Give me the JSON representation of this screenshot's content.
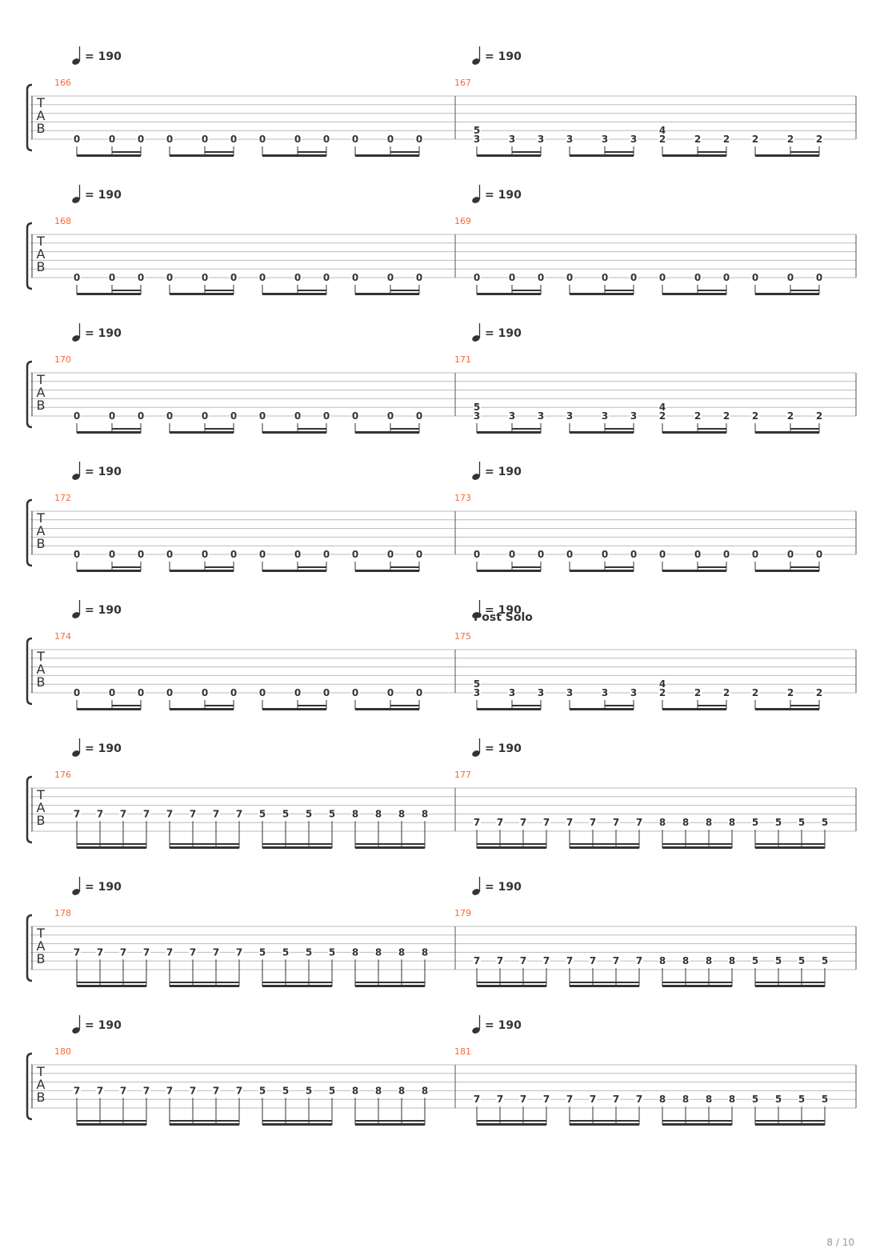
{
  "page_number": "8 / 10",
  "tab_letters": [
    "T",
    "A",
    "B"
  ],
  "colors": {
    "bar_number": "#ff6633",
    "ink": "#333333",
    "staff_line": "#bbbbbb"
  },
  "systems": [
    {
      "measures": [
        {
          "number": "166",
          "tempo": "= 190",
          "subdivision": 8,
          "notes": [
            [
              "0"
            ],
            [
              "0"
            ],
            [
              "0"
            ],
            [
              "0"
            ],
            [
              "0"
            ],
            [
              "0"
            ],
            [
              "0"
            ],
            [
              "0"
            ],
            [
              "0"
            ],
            [
              "0"
            ],
            [
              "0"
            ],
            [
              "0"
            ]
          ]
        },
        {
          "number": "167",
          "tempo": "= 190",
          "subdivision": 8,
          "notes": [
            [
              "5",
              "3"
            ],
            [
              "3"
            ],
            [
              "3"
            ],
            [
              "3"
            ],
            [
              "3"
            ],
            [
              "3"
            ],
            [
              "4",
              "2"
            ],
            [
              "2"
            ],
            [
              "2"
            ],
            [
              "2"
            ],
            [
              "2"
            ],
            [
              "2"
            ]
          ]
        }
      ]
    },
    {
      "measures": [
        {
          "number": "168",
          "tempo": "= 190",
          "subdivision": 8,
          "notes": [
            [
              "0"
            ],
            [
              "0"
            ],
            [
              "0"
            ],
            [
              "0"
            ],
            [
              "0"
            ],
            [
              "0"
            ],
            [
              "0"
            ],
            [
              "0"
            ],
            [
              "0"
            ],
            [
              "0"
            ],
            [
              "0"
            ],
            [
              "0"
            ]
          ]
        },
        {
          "number": "169",
          "tempo": "= 190",
          "subdivision": 8,
          "notes": [
            [
              "0"
            ],
            [
              "0"
            ],
            [
              "0"
            ],
            [
              "0"
            ],
            [
              "0"
            ],
            [
              "0"
            ],
            [
              "0"
            ],
            [
              "0"
            ],
            [
              "0"
            ],
            [
              "0"
            ],
            [
              "0"
            ],
            [
              "0"
            ]
          ]
        }
      ]
    },
    {
      "measures": [
        {
          "number": "170",
          "tempo": "= 190",
          "subdivision": 8,
          "notes": [
            [
              "0"
            ],
            [
              "0"
            ],
            [
              "0"
            ],
            [
              "0"
            ],
            [
              "0"
            ],
            [
              "0"
            ],
            [
              "0"
            ],
            [
              "0"
            ],
            [
              "0"
            ],
            [
              "0"
            ],
            [
              "0"
            ],
            [
              "0"
            ]
          ]
        },
        {
          "number": "171",
          "tempo": "= 190",
          "subdivision": 8,
          "notes": [
            [
              "5",
              "3"
            ],
            [
              "3"
            ],
            [
              "3"
            ],
            [
              "3"
            ],
            [
              "3"
            ],
            [
              "3"
            ],
            [
              "4",
              "2"
            ],
            [
              "2"
            ],
            [
              "2"
            ],
            [
              "2"
            ],
            [
              "2"
            ],
            [
              "2"
            ]
          ]
        }
      ]
    },
    {
      "measures": [
        {
          "number": "172",
          "tempo": "= 190",
          "subdivision": 8,
          "notes": [
            [
              "0"
            ],
            [
              "0"
            ],
            [
              "0"
            ],
            [
              "0"
            ],
            [
              "0"
            ],
            [
              "0"
            ],
            [
              "0"
            ],
            [
              "0"
            ],
            [
              "0"
            ],
            [
              "0"
            ],
            [
              "0"
            ],
            [
              "0"
            ]
          ]
        },
        {
          "number": "173",
          "tempo": "= 190",
          "subdivision": 8,
          "notes": [
            [
              "0"
            ],
            [
              "0"
            ],
            [
              "0"
            ],
            [
              "0"
            ],
            [
              "0"
            ],
            [
              "0"
            ],
            [
              "0"
            ],
            [
              "0"
            ],
            [
              "0"
            ],
            [
              "0"
            ],
            [
              "0"
            ],
            [
              "0"
            ]
          ]
        }
      ]
    },
    {
      "measures": [
        {
          "number": "174",
          "tempo": "= 190",
          "subdivision": 8,
          "notes": [
            [
              "0"
            ],
            [
              "0"
            ],
            [
              "0"
            ],
            [
              "0"
            ],
            [
              "0"
            ],
            [
              "0"
            ],
            [
              "0"
            ],
            [
              "0"
            ],
            [
              "0"
            ],
            [
              "0"
            ],
            [
              "0"
            ],
            [
              "0"
            ]
          ]
        },
        {
          "number": "175",
          "tempo": "= 190",
          "section": "Post Solo",
          "subdivision": 8,
          "notes": [
            [
              "5",
              "3"
            ],
            [
              "3"
            ],
            [
              "3"
            ],
            [
              "3"
            ],
            [
              "3"
            ],
            [
              "3"
            ],
            [
              "4",
              "2"
            ],
            [
              "2"
            ],
            [
              "2"
            ],
            [
              "2"
            ],
            [
              "2"
            ],
            [
              "2"
            ]
          ]
        }
      ]
    },
    {
      "measures": [
        {
          "number": "176",
          "tempo": "= 190",
          "subdivision": 16,
          "string_row": 3,
          "notes": [
            [
              "7"
            ],
            [
              "7"
            ],
            [
              "7"
            ],
            [
              "7"
            ],
            [
              "7"
            ],
            [
              "7"
            ],
            [
              "7"
            ],
            [
              "7"
            ],
            [
              "5"
            ],
            [
              "5"
            ],
            [
              "5"
            ],
            [
              "5"
            ],
            [
              "8"
            ],
            [
              "8"
            ],
            [
              "8"
            ],
            [
              "8"
            ]
          ]
        },
        {
          "number": "177",
          "tempo": "= 190",
          "subdivision": 16,
          "string_row": 4,
          "notes": [
            [
              "7"
            ],
            [
              "7"
            ],
            [
              "7"
            ],
            [
              "7"
            ],
            [
              "7"
            ],
            [
              "7"
            ],
            [
              "7"
            ],
            [
              "7"
            ],
            [
              "8"
            ],
            [
              "8"
            ],
            [
              "8"
            ],
            [
              "8"
            ],
            [
              "5"
            ],
            [
              "5"
            ],
            [
              "5"
            ],
            [
              "5"
            ]
          ]
        }
      ]
    },
    {
      "measures": [
        {
          "number": "178",
          "tempo": "= 190",
          "subdivision": 16,
          "string_row": 3,
          "notes": [
            [
              "7"
            ],
            [
              "7"
            ],
            [
              "7"
            ],
            [
              "7"
            ],
            [
              "7"
            ],
            [
              "7"
            ],
            [
              "7"
            ],
            [
              "7"
            ],
            [
              "5"
            ],
            [
              "5"
            ],
            [
              "5"
            ],
            [
              "5"
            ],
            [
              "8"
            ],
            [
              "8"
            ],
            [
              "8"
            ],
            [
              "8"
            ]
          ]
        },
        {
          "number": "179",
          "tempo": "= 190",
          "subdivision": 16,
          "string_row": 4,
          "notes": [
            [
              "7"
            ],
            [
              "7"
            ],
            [
              "7"
            ],
            [
              "7"
            ],
            [
              "7"
            ],
            [
              "7"
            ],
            [
              "7"
            ],
            [
              "7"
            ],
            [
              "8"
            ],
            [
              "8"
            ],
            [
              "8"
            ],
            [
              "8"
            ],
            [
              "5"
            ],
            [
              "5"
            ],
            [
              "5"
            ],
            [
              "5"
            ]
          ]
        }
      ]
    },
    {
      "measures": [
        {
          "number": "180",
          "tempo": "= 190",
          "subdivision": 16,
          "string_row": 3,
          "notes": [
            [
              "7"
            ],
            [
              "7"
            ],
            [
              "7"
            ],
            [
              "7"
            ],
            [
              "7"
            ],
            [
              "7"
            ],
            [
              "7"
            ],
            [
              "7"
            ],
            [
              "5"
            ],
            [
              "5"
            ],
            [
              "5"
            ],
            [
              "5"
            ],
            [
              "8"
            ],
            [
              "8"
            ],
            [
              "8"
            ],
            [
              "8"
            ]
          ]
        },
        {
          "number": "181",
          "tempo": "= 190",
          "subdivision": 16,
          "string_row": 4,
          "notes": [
            [
              "7"
            ],
            [
              "7"
            ],
            [
              "7"
            ],
            [
              "7"
            ],
            [
              "7"
            ],
            [
              "7"
            ],
            [
              "7"
            ],
            [
              "7"
            ],
            [
              "8"
            ],
            [
              "8"
            ],
            [
              "8"
            ],
            [
              "8"
            ],
            [
              "5"
            ],
            [
              "5"
            ],
            [
              "5"
            ],
            [
              "5"
            ]
          ]
        }
      ]
    }
  ]
}
